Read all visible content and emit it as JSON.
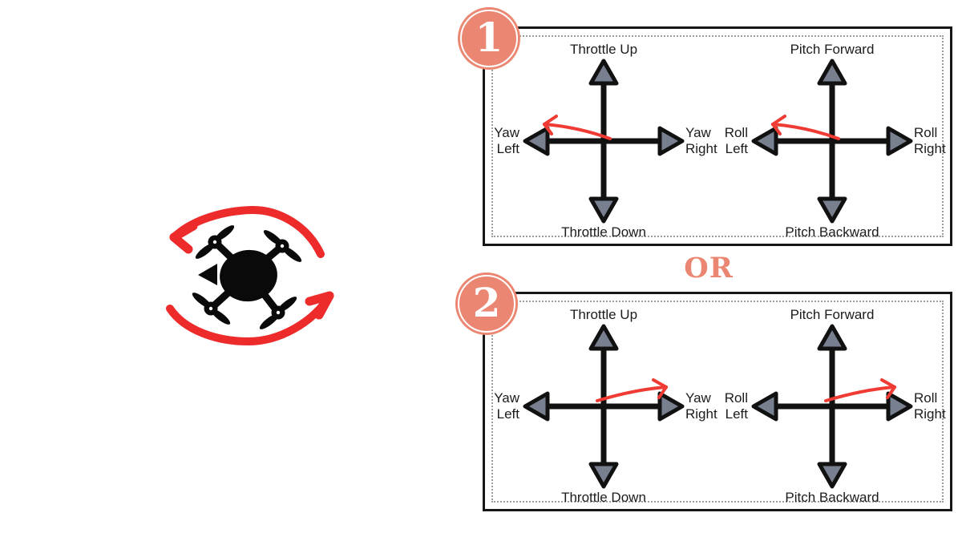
{
  "colors": {
    "accent_coral": "#EB8672",
    "rotation_arrow_red": "#ED2B2B",
    "stick_input_arrow_red": "#EF3B33",
    "arrowhead_gray": "#78808F",
    "panel_border": "#161616"
  },
  "drone_figure": {
    "drone_icon": "quadcopter-top-view-icon",
    "arrows_icon": "counterclockwise-rotation-arrows-icon"
  },
  "or_label": "OR",
  "options": [
    {
      "number": "1",
      "sticks": [
        {
          "top": "Throttle Up",
          "bottom": "Throttle Down",
          "left_line1": "Yaw",
          "left_line2": "Left",
          "right_line1": "Yaw",
          "right_line2": "Right",
          "input_direction": "left"
        },
        {
          "top": "Pitch Forward",
          "bottom": "Pitch Backward",
          "left_line1": "Roll",
          "left_line2": "Left",
          "right_line1": "Roll",
          "right_line2": "Right",
          "input_direction": "left"
        }
      ]
    },
    {
      "number": "2",
      "sticks": [
        {
          "top": "Throttle Up",
          "bottom": "Throttle Down",
          "left_line1": "Yaw",
          "left_line2": "Left",
          "right_line1": "Yaw",
          "right_line2": "Right",
          "input_direction": "right"
        },
        {
          "top": "Pitch Forward",
          "bottom": "Pitch Backward",
          "left_line1": "Roll",
          "left_line2": "Left",
          "right_line1": "Roll",
          "right_line2": "Right",
          "input_direction": "right"
        }
      ]
    }
  ]
}
